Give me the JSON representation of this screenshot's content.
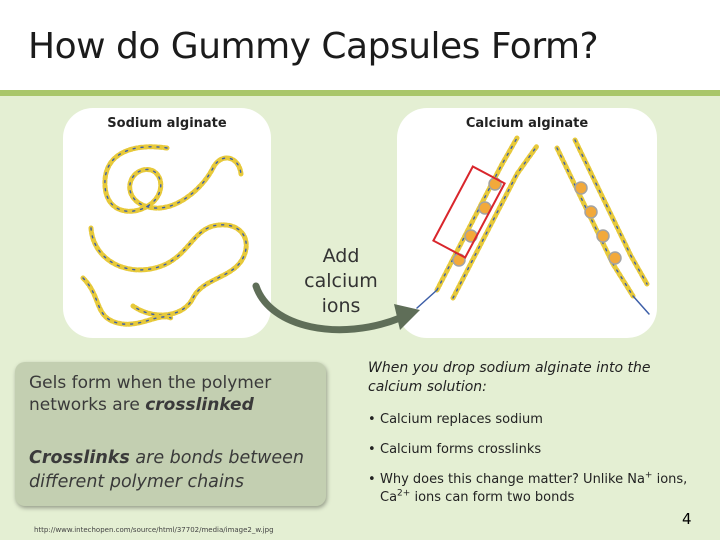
{
  "slide": {
    "title": "How do Gummy Capsules Form?",
    "page_number": "4",
    "source": "http://www.intechopen.com/source/html/37702/media/image2_w.jpg"
  },
  "figure": {
    "left_label": "Sodium alginate",
    "right_label": "Calcium alginate",
    "arrow_label_line1": "Add",
    "arrow_label_line2": "calcium",
    "arrow_label_line3": "ions"
  },
  "callout": {
    "p1_part1": "Gels form when the polymer networks are ",
    "p1_emphasis": "crosslinked",
    "p2_emphasis": "Crosslinks",
    "p2_rest": " are bonds between different polymer chains"
  },
  "explanation": {
    "intro": "When you drop sodium alginate into the calcium solution:",
    "bullet_1": "Calcium replaces sodium",
    "bullet_2": "Calcium forms crosslinks",
    "bullet_3_part1": "Why does this change matter? Unlike Na",
    "bullet_3_sup1": "+",
    "bullet_3_part2": " ions, Ca",
    "bullet_3_sup2": "2+",
    "bullet_3_part3": " ions can form two bonds",
    "bullet_symbol": "•"
  }
}
